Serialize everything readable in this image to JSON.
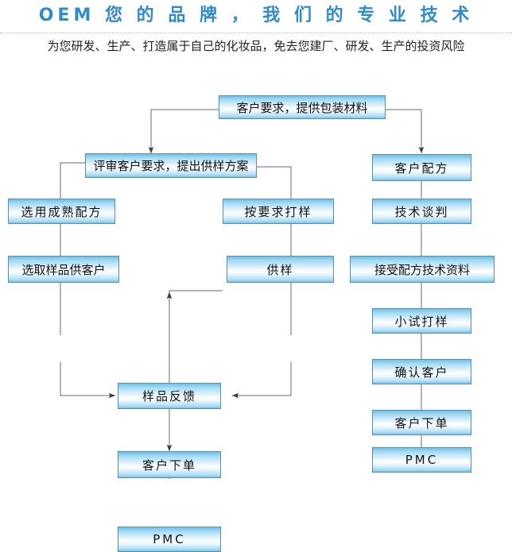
{
  "header": {
    "title": "OEM 您 的 品 牌 ， 我 们 的 专 业 技 术",
    "subtitle": "为您研发、生产、打造属于自己的化妆品，免去您建厂、研发、生产的投资风险",
    "title_color": "#2f8bc9",
    "divider_style": "dotted"
  },
  "flowchart": {
    "type": "process-flow-diagram",
    "node_fill_top": "#6fc0e8",
    "node_fill_mid": "#ffffff",
    "node_border": "#5a8fae",
    "connector_color": "#6b6b6b",
    "nodes": [
      {
        "id": "n1",
        "label": "客户要求，提供包装材料"
      },
      {
        "id": "n2",
        "label": "评审客户要求，提出供样方案"
      },
      {
        "id": "n3",
        "label": "客户配方"
      },
      {
        "id": "n4",
        "label": "选用成熟配方"
      },
      {
        "id": "n5",
        "label": "按要求打样"
      },
      {
        "id": "n6",
        "label": "技术谈判"
      },
      {
        "id": "n7",
        "label": "选取样品供客户"
      },
      {
        "id": "n8",
        "label": "供样"
      },
      {
        "id": "n9",
        "label": "接受配方技术资料"
      },
      {
        "id": "n10",
        "label": "样品反馈"
      },
      {
        "id": "n11",
        "label": "小试打样"
      },
      {
        "id": "n12",
        "label": "确认客户"
      },
      {
        "id": "n13",
        "label": "客户下单"
      },
      {
        "id": "n14",
        "label": "客户下单"
      },
      {
        "id": "n15",
        "label": "PMC"
      },
      {
        "id": "n16",
        "label": "PMC"
      }
    ],
    "edges": [
      {
        "from": "n1",
        "to": "n2",
        "arrow": true
      },
      {
        "from": "n1",
        "to": "n3",
        "arrow": true
      },
      {
        "from": "n2",
        "to": "n4",
        "arrow": false
      },
      {
        "from": "n2",
        "to": "n5",
        "arrow": false
      },
      {
        "from": "n4",
        "to": "n7",
        "arrow": false
      },
      {
        "from": "n7",
        "to": "n10",
        "arrow": true
      },
      {
        "from": "n5",
        "to": "n8",
        "arrow": false
      },
      {
        "from": "n8",
        "to": "n10",
        "arrow": true
      },
      {
        "from": "n10",
        "to": "n5",
        "arrow": true
      },
      {
        "from": "n10",
        "to": "n13",
        "arrow": true
      },
      {
        "from": "n13",
        "to": "n15",
        "arrow": false
      },
      {
        "from": "n3",
        "to": "n6",
        "arrow": false
      },
      {
        "from": "n6",
        "to": "n9",
        "arrow": false
      },
      {
        "from": "n9",
        "to": "n11",
        "arrow": false
      },
      {
        "from": "n11",
        "to": "n12",
        "arrow": false
      },
      {
        "from": "n12",
        "to": "n14",
        "arrow": false
      },
      {
        "from": "n14",
        "to": "n16",
        "arrow": false
      }
    ]
  }
}
